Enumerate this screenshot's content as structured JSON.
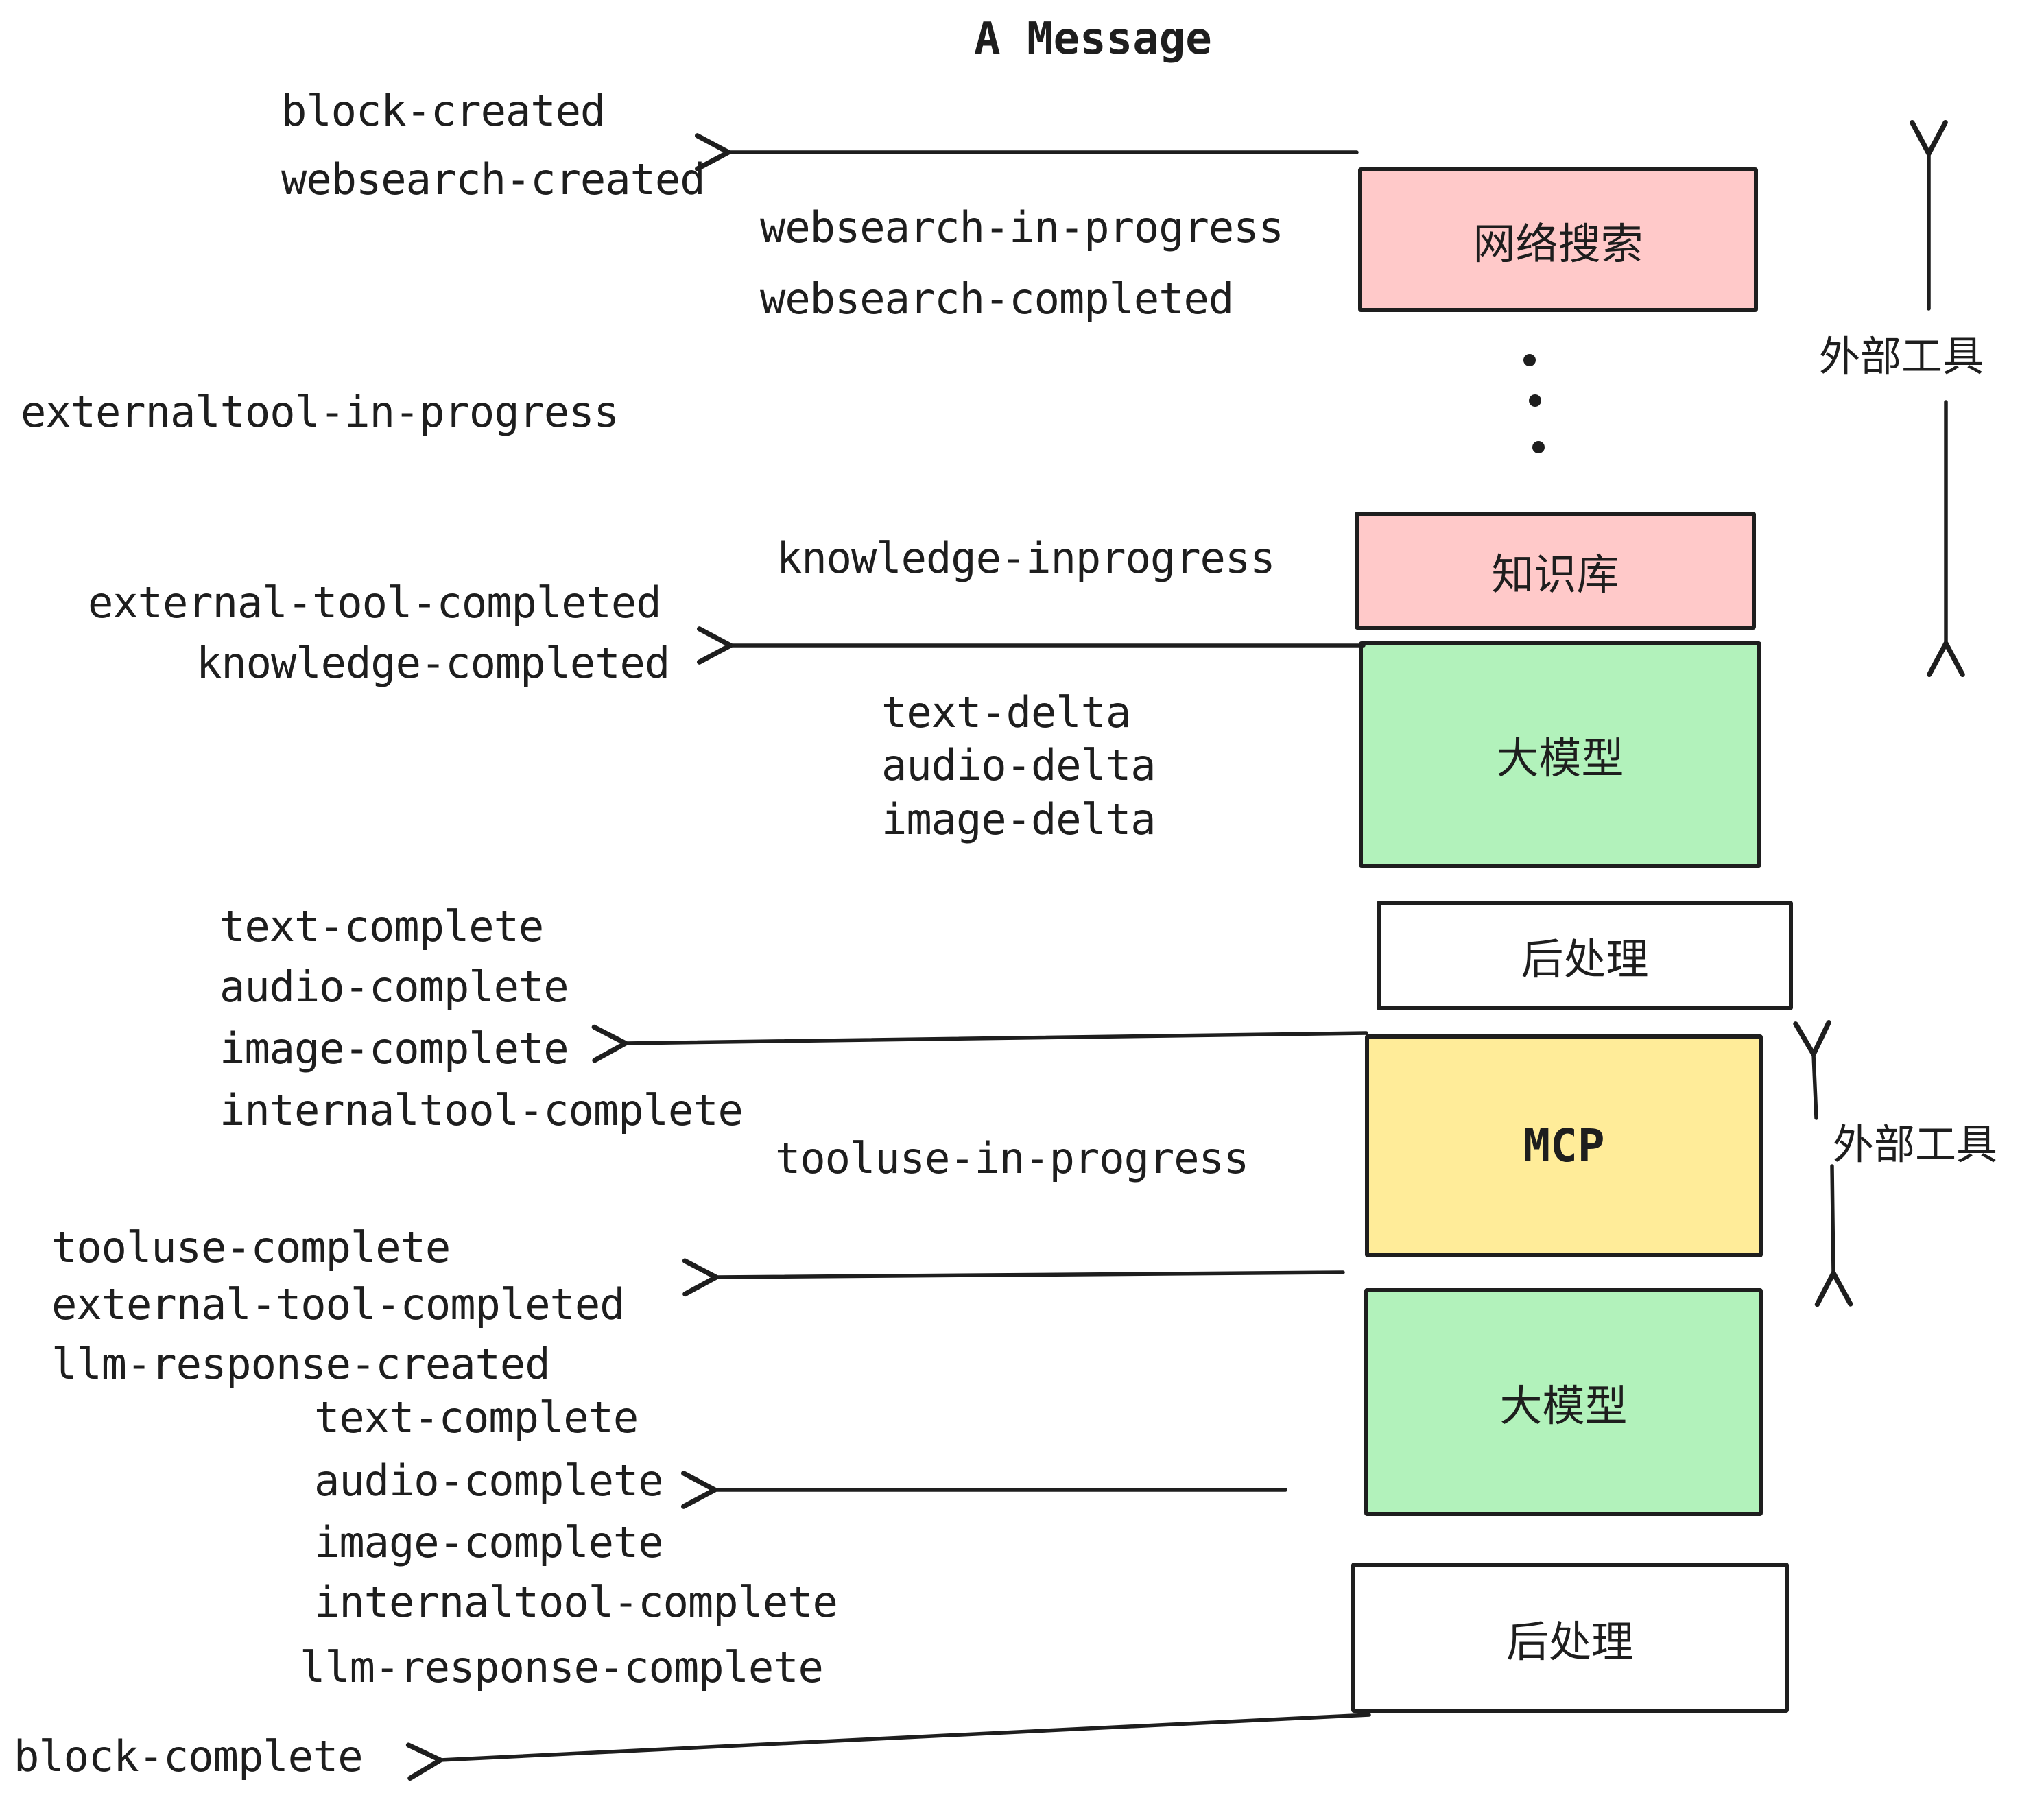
{
  "title": "A Message",
  "colors": {
    "pink": "#ffc9c9",
    "green": "#b2f2bb",
    "yellow": "#ffec99",
    "white": "#ffffff",
    "stroke": "#1e1e1e"
  },
  "boxes": [
    {
      "label": "网络搜索",
      "color": "pink"
    },
    {
      "label": "知识库",
      "color": "pink"
    },
    {
      "label": "大模型",
      "color": "green"
    },
    {
      "label": "后处理",
      "color": "white"
    },
    {
      "label": "MCP",
      "color": "yellow"
    },
    {
      "label": "大模型",
      "color": "green"
    },
    {
      "label": "后处理",
      "color": "white"
    }
  ],
  "side_labels": {
    "external_tools_top": "外部工具",
    "external_tools_bottom": "外部工具"
  },
  "events": [
    "block-created",
    "websearch-created",
    "websearch-in-progress",
    "websearch-completed",
    "externaltool-in-progress",
    "knowledge-inprogress",
    "external-tool-completed",
    "knowledge-completed",
    "text-delta",
    "audio-delta",
    "image-delta",
    "text-complete",
    "audio-complete",
    "image-complete",
    "internaltool-complete",
    "tooluse-in-progress",
    "tooluse-complete",
    "external-tool-completed",
    "llm-response-created",
    "text-complete",
    "audio-complete",
    "image-complete",
    "internaltool-complete",
    "llm-response-complete",
    "block-complete"
  ]
}
